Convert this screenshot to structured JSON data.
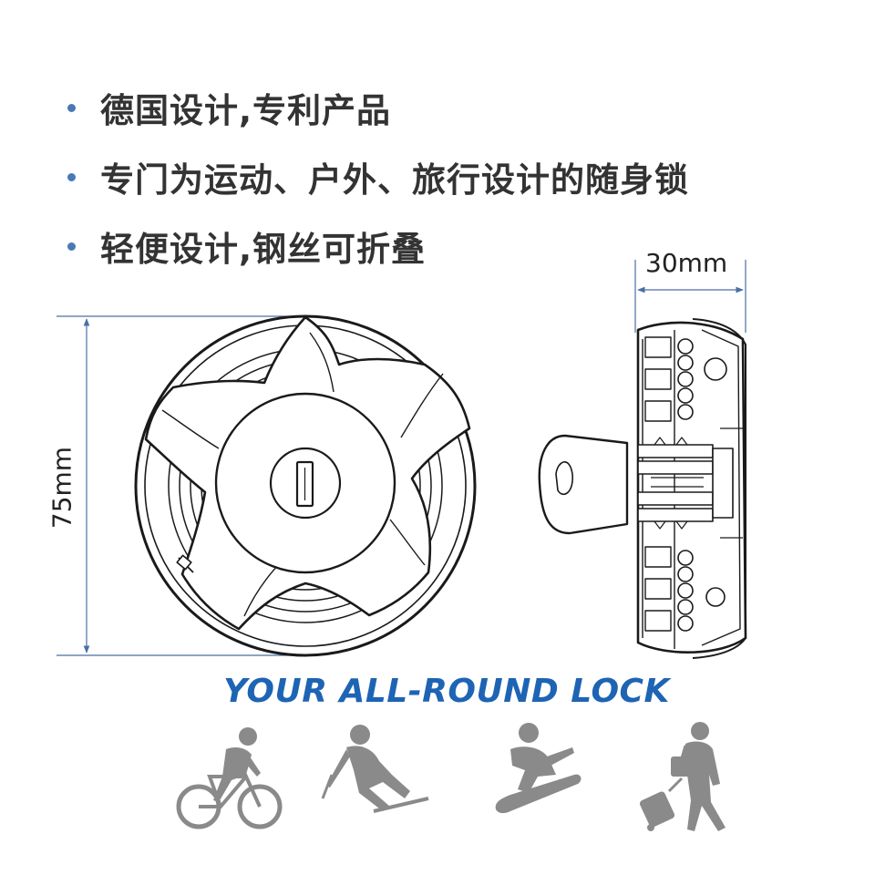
{
  "features": [
    {
      "text": "德国设计,专利产品"
    },
    {
      "text": "专门为运动、户外、旅行设计的随身锁"
    },
    {
      "text": "轻便设计,钢丝可折叠"
    }
  ],
  "dimensions": {
    "width_label": "30mm",
    "height_label": "75mm"
  },
  "slogan": "YOUR ALL-ROUND LOCK",
  "activities": [
    {
      "icon": "cycling-icon"
    },
    {
      "icon": "skiing-icon"
    },
    {
      "icon": "snowboarding-icon"
    },
    {
      "icon": "traveler-icon"
    }
  ],
  "colors": {
    "bullet": "#4a78b8",
    "slogan": "#1e64b4",
    "silhouette": "#8a8a8a",
    "dimension_line": "#4a6fa5",
    "text": "#333333"
  }
}
